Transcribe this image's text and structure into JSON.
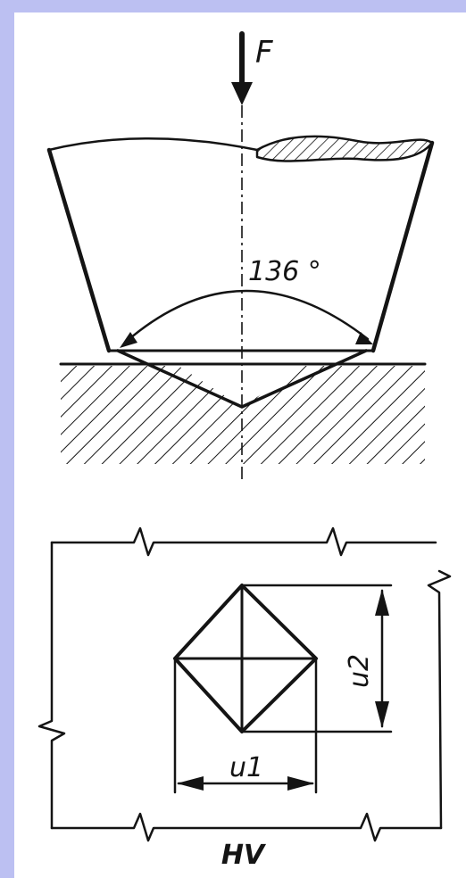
{
  "colors": {
    "background": "#bcc0f2",
    "panel": "#ffffff",
    "ink": "#141414"
  },
  "labels": {
    "force": "F",
    "angle": "136 °",
    "diag1": "u1",
    "diag2": "u2",
    "hardness": "HV"
  }
}
